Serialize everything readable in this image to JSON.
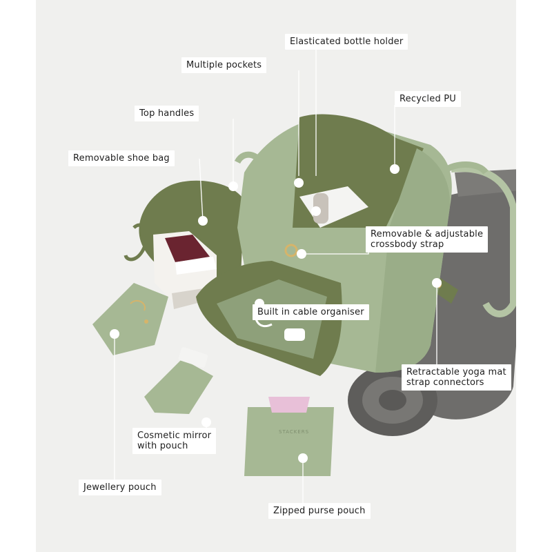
{
  "callouts": {
    "elasticated_bottle_holder": "Elasticated bottle holder",
    "multiple_pockets": "Multiple pockets",
    "recycled_pu": "Recycled PU",
    "top_handles": "Top handles",
    "removable_shoe_bag": "Removable shoe bag",
    "crossbody_strap_line1": "Removable & adjustable",
    "crossbody_strap_line2": "crossbody strap",
    "built_in_cable_organiser": "Built in cable organiser",
    "yoga_mat_line1": "Retractable yoga mat",
    "yoga_mat_line2": "strap connectors",
    "cosmetic_mirror_line1": "Cosmetic mirror",
    "cosmetic_mirror_line2": "with pouch",
    "jewellery_pouch": "Jewellery pouch",
    "zipped_purse_pouch": "Zipped purse pouch"
  },
  "brand_mark": "STACKERS",
  "colors": {
    "background": "#f0f0ee",
    "sage_green": "#a6b894",
    "olive_green": "#6f7c4e",
    "yoga_mat_grey": "#6e6d6b",
    "callout_white": "#ffffff"
  }
}
